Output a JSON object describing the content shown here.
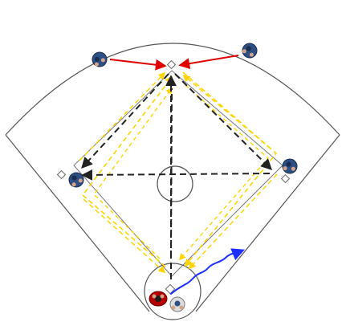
{
  "diagram": {
    "type": "baseball-infield-drill",
    "colors": {
      "field_outline": "#555555",
      "base_fill": "#ffffff",
      "base_stroke": "#666666",
      "throw_black": "#222222",
      "path_yellow": "#ffd400",
      "path_yellow_dark": "#d8b400",
      "arrow_red": "#e00000",
      "arrow_blue": "#1f2fff",
      "player_blue": "#2d4f84",
      "player_dark": "#1a2d4a",
      "player_skin": "#d5a58a",
      "player_red": "#b40000",
      "player_white": "#dddddd"
    },
    "players": [
      {
        "name": "left-fielder",
        "icon": "player-icon"
      },
      {
        "name": "right-fielder",
        "icon": "player-icon"
      },
      {
        "name": "third-baseman",
        "icon": "player-icon"
      },
      {
        "name": "first-baseman",
        "icon": "player-icon"
      },
      {
        "name": "catcher",
        "icon": "player-icon"
      },
      {
        "name": "batter-runner",
        "icon": "player-icon"
      }
    ],
    "bases": [
      "second-base",
      "third-base",
      "first-base",
      "home-plate"
    ],
    "arrows": [
      {
        "name": "left-to-second-arrow",
        "color": "red"
      },
      {
        "name": "right-to-second-arrow",
        "color": "red"
      },
      {
        "name": "home-to-first-arrow",
        "color": "blue"
      },
      {
        "name": "home-to-second-throw",
        "color": "black"
      },
      {
        "name": "home-to-first-throw",
        "color": "black"
      },
      {
        "name": "second-to-first-throw",
        "color": "black"
      },
      {
        "name": "first-to-third-throw",
        "color": "black"
      },
      {
        "name": "second-to-third-throw",
        "color": "black"
      }
    ]
  }
}
